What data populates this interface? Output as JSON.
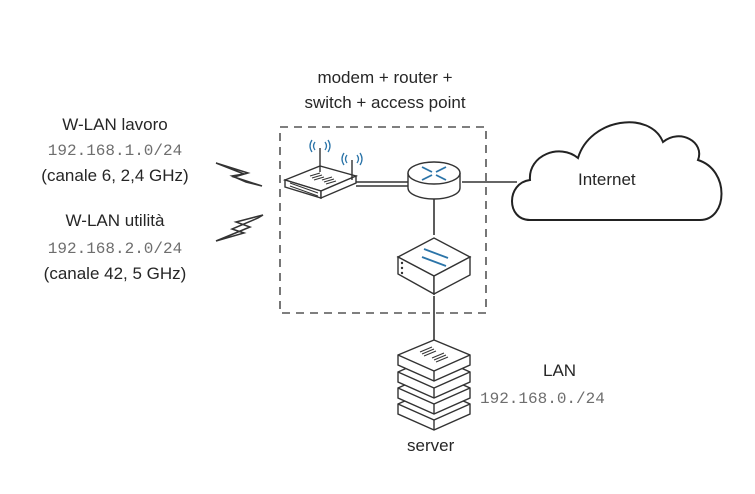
{
  "device_box": {
    "title_line1": "modem + router +",
    "title_line2": "switch + access point"
  },
  "wlan_work": {
    "name": "W-LAN lavoro",
    "subnet": "192.168.1.0/24",
    "channel": "(canale 6, 2,4 GHz)"
  },
  "wlan_utility": {
    "name": "W-LAN utilità",
    "subnet": "192.168.2.0/24",
    "channel": "(canale 42, 5 GHz)"
  },
  "internet": {
    "label": "Internet"
  },
  "lan": {
    "name": "LAN",
    "subnet": "192.168.0./24"
  },
  "server": {
    "label": "server"
  },
  "colors": {
    "accent": "#2b74a8",
    "line": "#333333",
    "text": "#262626",
    "mono_text": "#6e6e6e"
  }
}
